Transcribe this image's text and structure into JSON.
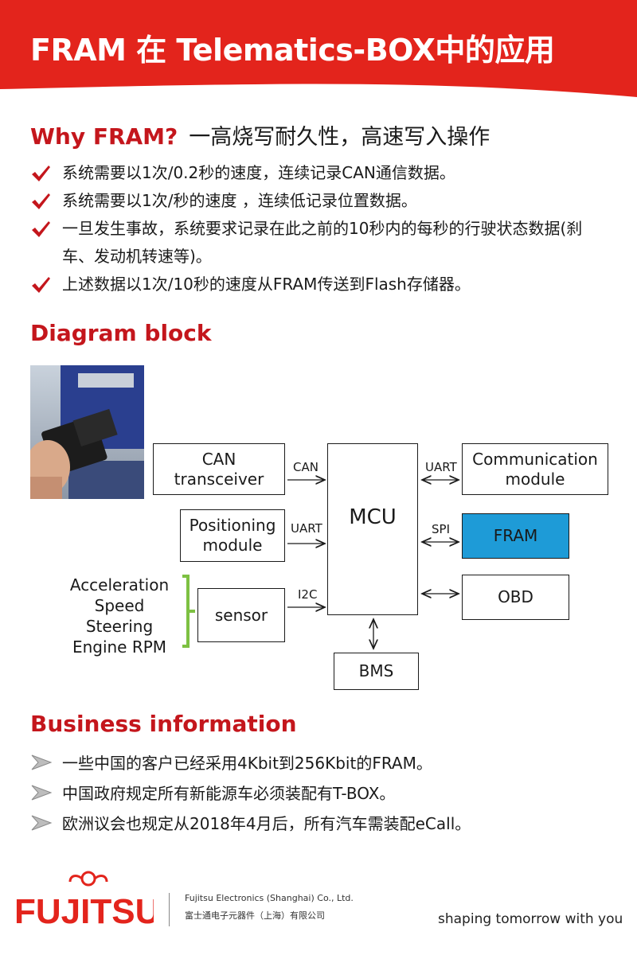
{
  "header": {
    "title": "FRAM 在 Telematics-BOX中的应用"
  },
  "why": {
    "title": "Why FRAM?",
    "subtitle": "一高烧写耐久性，高速写入操作",
    "items": [
      "系统需要以1次/0.2秒的速度，连续记录CAN通信数据。",
      "系统需要以1次/秒的速度 ，连续低记录位置数据。",
      "一旦发生事故，系统要求记录在此之前的10秒内的每秒的行驶状态数据(刹车、发动机转速等)。",
      "上述数据以1次/10秒的速度从FRAM传送到Flash存储器。"
    ]
  },
  "diagram": {
    "title": "Diagram block",
    "boxes": {
      "can": "CAN\ntransceiver",
      "positioning": "Positioning\nmodule",
      "sensor": "sensor",
      "mcu": "MCU",
      "comm": "Communication\nmodule",
      "fram": "FRAM",
      "obd": "OBD",
      "bms": "BMS"
    },
    "signals": {
      "can": "CAN",
      "uart1": "UART",
      "i2c": "I2C",
      "uart2": "UART",
      "spi": "SPI"
    },
    "inputs": [
      "Acceleration",
      "Speed",
      "Steering",
      "Engine RPM"
    ],
    "brace_color": "#7dc142",
    "fram_color": "#1e9bd7"
  },
  "business": {
    "title": "Business information",
    "items": [
      "一些中国的客户已经采用4Kbit到256Kbit的FRAM。",
      "中国政府规定所有新能源车必须装配有T-BOX。",
      "欧洲议会也规定从2018年4月后，所有汽车需装配eCall。"
    ]
  },
  "footer": {
    "logo": "FUJITSU",
    "company_en": "Fujitsu Electronics (Shanghai) Co., Ltd.",
    "company_cn": "富士通电子元器件（上海）有限公司",
    "slogan": "shaping tomorrow with you"
  },
  "colors": {
    "brand_red": "#e3241c",
    "title_red": "#c4161c"
  }
}
